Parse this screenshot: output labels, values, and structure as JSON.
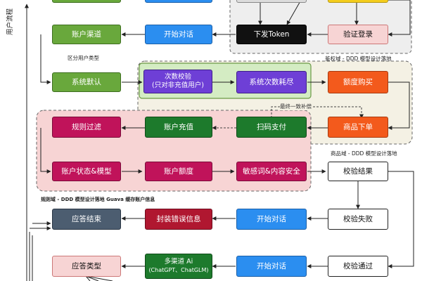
{
  "nodes": {
    "top_grey_1": "",
    "top_yellow_1": "",
    "account_channel": "账户渠道",
    "start_dialog_1": "开始对话",
    "issue_token": "下发Token",
    "verify_login": "验证登录",
    "system_default": "系统默认",
    "count_check_line1": "次数校验",
    "count_check_line2": "(只对非充值用户)",
    "system_count_consume": "系统次数耗尽",
    "quota_purchase": "额度购买",
    "rule_filter": "规则过滤",
    "account_recharge": "账户充值",
    "scan_pay": "扫码支付",
    "product_order": "商品下单",
    "account_status_model": "账户状态&模型",
    "account_quota": "账户额度",
    "sensitive_content_safety": "敏感词&内容安全",
    "check_result": "校验结果",
    "answer_end": "应答结束",
    "wrap_error": "封装错误信息",
    "start_dialog_2": "开始对话",
    "check_fail": "校验失败",
    "answer_type": "应答类型",
    "multi_ai_line1": "多渠道 Ai",
    "multi_ai_line2": "(ChatGPT、ChatGLM)",
    "start_dialog_3": "开始对话",
    "check_pass": "校验通过"
  },
  "labels": {
    "user_flow": "用户流程",
    "distinguish_user_type": "区分用户类型",
    "auth_domain": "鉴权域 - DDD 模型设计落地",
    "product_domain": "商品域 - DDD 模型设计落地",
    "rule_domain": "规则域 - DDD 模型设计落地 Guava 缓存账户信息",
    "eventual_consistency": "最终一致补偿"
  },
  "colors": {
    "green": "#69a83c",
    "blue": "#2b8ef0",
    "purple": "#6e3fd6",
    "orange": "#f35a1c",
    "dark_green": "#1d7a2c",
    "magenta": "#c0135a",
    "slate": "#4c5d70",
    "dark_red": "#b01730",
    "yellow": "#f4cd1c",
    "region_pink": "#f7d4d4",
    "region_beige": "#f4f1e4",
    "region_grey": "#eeeeee",
    "region_lightgreen": "#d4ecc3"
  }
}
